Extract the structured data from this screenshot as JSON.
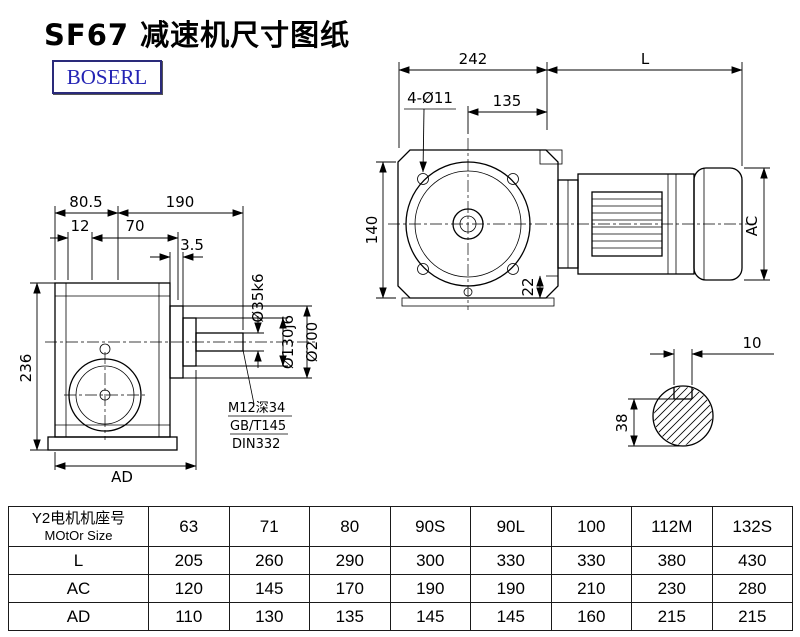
{
  "page": {
    "title": "SF67 减速机尺寸图纸",
    "brand": "BOSERL"
  },
  "dims": {
    "side": {
      "w1": "80.5",
      "w2": "190",
      "w3": "12",
      "w4": "70",
      "w5": "3.5",
      "h1": "236",
      "ad": "AD",
      "shaft_dia": "Ø35k6",
      "flange_dia": "Ø130j6",
      "outer_dia": "Ø200",
      "tap_note_1": "M12深34",
      "tap_note_2": "GB/T145",
      "tap_note_3": "DIN332"
    },
    "front": {
      "w1": "242",
      "w2": "L",
      "holes": "4-Ø11",
      "w3": "135",
      "h1": "140",
      "h2": "22",
      "ac": "AC"
    },
    "shaft_section": {
      "key_w": "10",
      "key_h": "38"
    }
  },
  "table": {
    "header": {
      "label_cn": "Y2电机机座号",
      "label_en": "MOtOr Size",
      "sizes": [
        "63",
        "71",
        "80",
        "90S",
        "90L",
        "100",
        "112M",
        "132S"
      ]
    },
    "rows": [
      {
        "label": "L",
        "values": [
          "205",
          "260",
          "290",
          "300",
          "330",
          "330",
          "380",
          "430"
        ]
      },
      {
        "label": "AC",
        "values": [
          "120",
          "145",
          "170",
          "190",
          "190",
          "210",
          "230",
          "280"
        ]
      },
      {
        "label": "AD",
        "values": [
          "110",
          "130",
          "135",
          "145",
          "145",
          "160",
          "215",
          "215"
        ]
      }
    ]
  }
}
